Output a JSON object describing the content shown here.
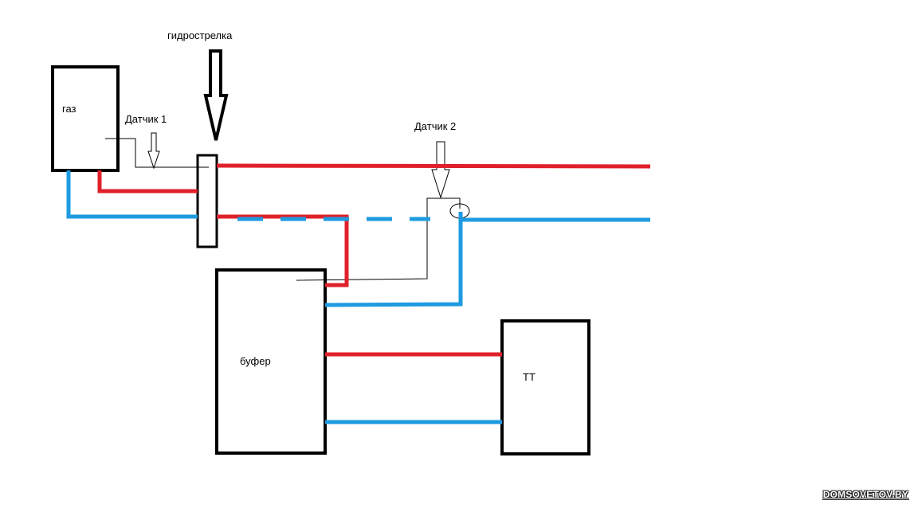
{
  "labels": {
    "gas": "газ",
    "sensor1": "Датчик 1",
    "sensor2": "Датчик 2",
    "hydro_separator": "гидрострелка",
    "buffer": "буфер",
    "solid_fuel": "ТТ"
  },
  "watermark": "DOMSOVETOV.BY",
  "colors": {
    "supply": "#e0202a",
    "return": "#1e9be0",
    "outline": "#000000"
  }
}
